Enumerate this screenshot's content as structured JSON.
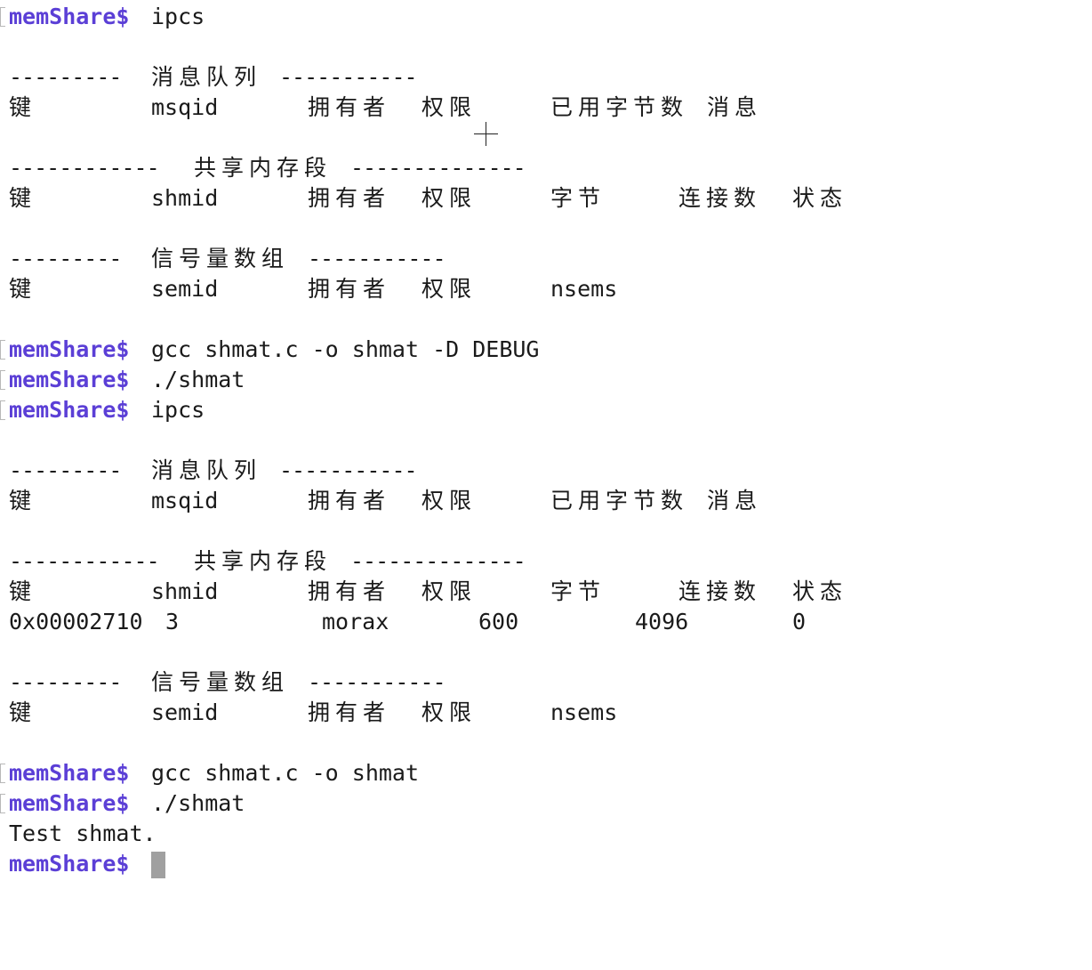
{
  "colors": {
    "background": "#ffffff",
    "text": "#1a1a1a",
    "prompt": "#5b3fd6",
    "cursor": "#a0a0a0",
    "bracket": "#b8b8b8"
  },
  "prompt": "memShare$",
  "commands": {
    "c1": "ipcs",
    "c2": "gcc shmat.c -o shmat -D DEBUG",
    "c3": "./shmat",
    "c4": "ipcs",
    "c5": "gcc shmat.c -o shmat",
    "c6": "./shmat"
  },
  "ipcs1": {
    "msg_header": {
      "left_dashes": "---------",
      "title": "消息队列",
      "right_dashes": "-----------"
    },
    "msg_columns": [
      "键",
      "msqid",
      "拥有者",
      "权限",
      "已用字节数",
      "消息"
    ],
    "shm_header": {
      "left_dashes": "------------",
      "title": "共享内存段",
      "right_dashes": "--------------"
    },
    "shm_columns": [
      "键",
      "shmid",
      "拥有者",
      "权限",
      "字节",
      "连接数",
      "状态"
    ],
    "sem_header": {
      "left_dashes": "---------",
      "title": "信号量数组",
      "right_dashes": "-----------"
    },
    "sem_columns": [
      "键",
      "semid",
      "拥有者",
      "权限",
      "nsems"
    ]
  },
  "ipcs2": {
    "msg_header": {
      "left_dashes": "---------",
      "title": "消息队列",
      "right_dashes": "-----------"
    },
    "msg_columns": [
      "键",
      "msqid",
      "拥有者",
      "权限",
      "已用字节数",
      "消息"
    ],
    "shm_header": {
      "left_dashes": "------------",
      "title": "共享内存段",
      "right_dashes": "--------------"
    },
    "shm_columns": [
      "键",
      "shmid",
      "拥有者",
      "权限",
      "字节",
      "连接数",
      "状态"
    ],
    "shm_rows": [
      [
        "0x00002710",
        "3",
        "morax",
        "600",
        "4096",
        "0"
      ]
    ],
    "sem_header": {
      "left_dashes": "---------",
      "title": "信号量数组",
      "right_dashes": "-----------"
    },
    "sem_columns": [
      "键",
      "semid",
      "拥有者",
      "权限",
      "nsems"
    ]
  },
  "program_output": "Test shmat."
}
